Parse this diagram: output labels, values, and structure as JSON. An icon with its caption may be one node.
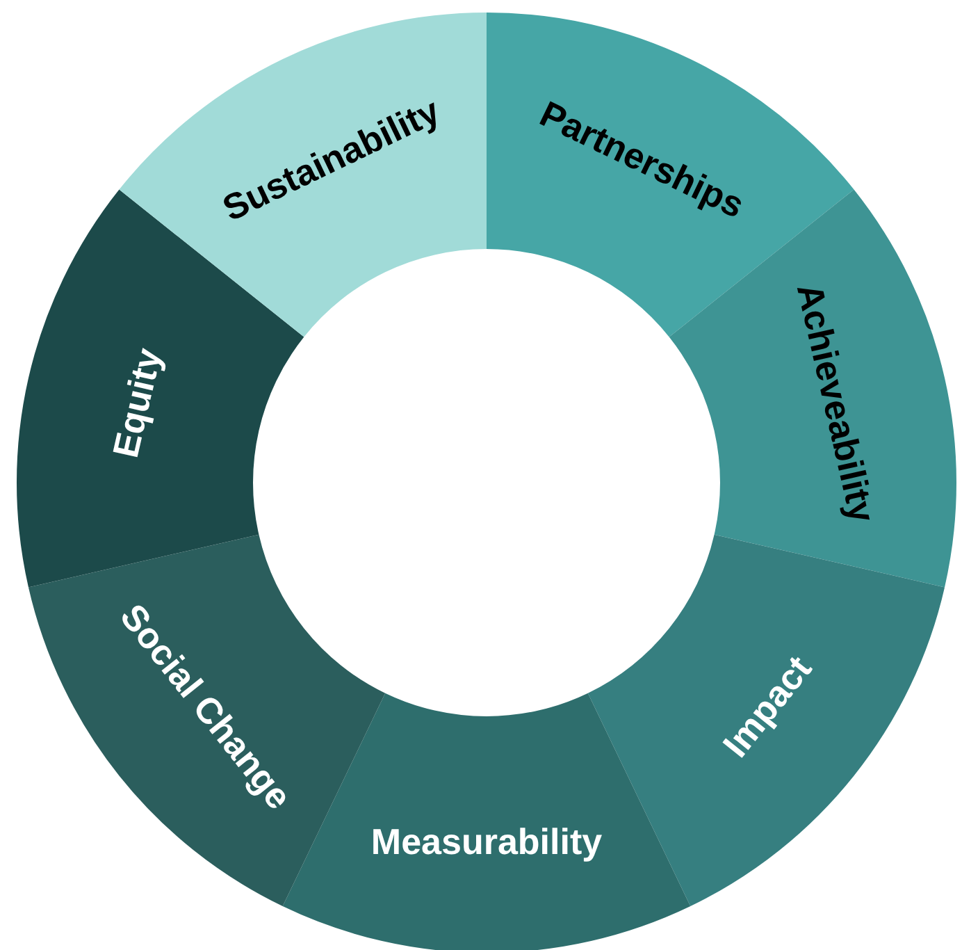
{
  "diagram": {
    "nodes": [
      {
        "text": [
          "Partnerships"
        ]
      },
      {
        "text": [
          "Achieveability"
        ]
      },
      {
        "text": [
          "Impact"
        ]
      },
      {
        "text": [
          "Measurability"
        ]
      },
      {
        "text": [
          "Social Change"
        ]
      },
      {
        "text": [
          "Equity"
        ]
      },
      {
        "text": [
          "Sustainability"
        ]
      }
    ]
  }
}
